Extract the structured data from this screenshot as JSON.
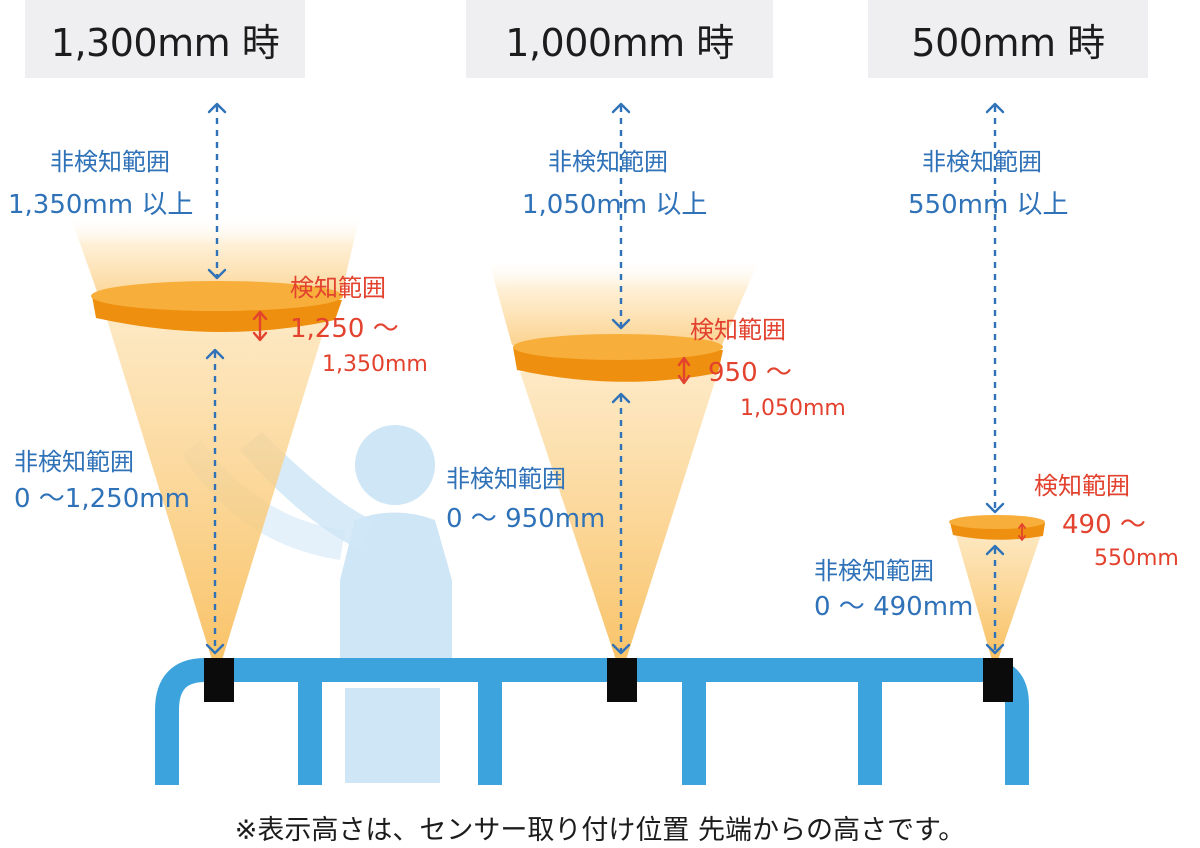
{
  "colors": {
    "blue_text": "#2f72b8",
    "red_text": "#e2422e",
    "rail": "#3da3dd",
    "person": "#cfe6f6",
    "cone": "#fcd28a",
    "disc": "#f29a16",
    "disc_top": "#f7b241",
    "sensor": "#0b0b0b",
    "header_bg": "#efeff1"
  },
  "panels": [
    {
      "header": "1,300mm 時",
      "non_detect_top": {
        "title": "非検知範囲",
        "value": "1,350mm 以上"
      },
      "detect": {
        "title": "検知範囲",
        "line1": "1,250 ～",
        "line2": "1,350mm"
      },
      "non_detect_bottom": {
        "title": "非検知範囲",
        "value": "0 ～1,250mm"
      }
    },
    {
      "header": "1,000mm 時",
      "non_detect_top": {
        "title": "非検知範囲",
        "value": "1,050mm 以上"
      },
      "detect": {
        "title": "検知範囲",
        "line1": "950 ～",
        "line2": "1,050mm"
      },
      "non_detect_bottom": {
        "title": "非検知範囲",
        "value": "0 ～ 950mm"
      }
    },
    {
      "header": "500mm 時",
      "non_detect_top": {
        "title": "非検知範囲",
        "value": "550mm 以上"
      },
      "detect": {
        "title": "検知範囲",
        "line1": "490 ～",
        "line2": "550mm"
      },
      "non_detect_bottom": {
        "title": "非検知範囲",
        "value": "0 ～ 490mm"
      }
    }
  ],
  "footnote": "※表示高さは、センサー取り付け位置 先端からの高さです。",
  "icons": [
    "person-icon",
    "double-arrow-icon",
    "sensor-icon",
    "railing-icon"
  ]
}
